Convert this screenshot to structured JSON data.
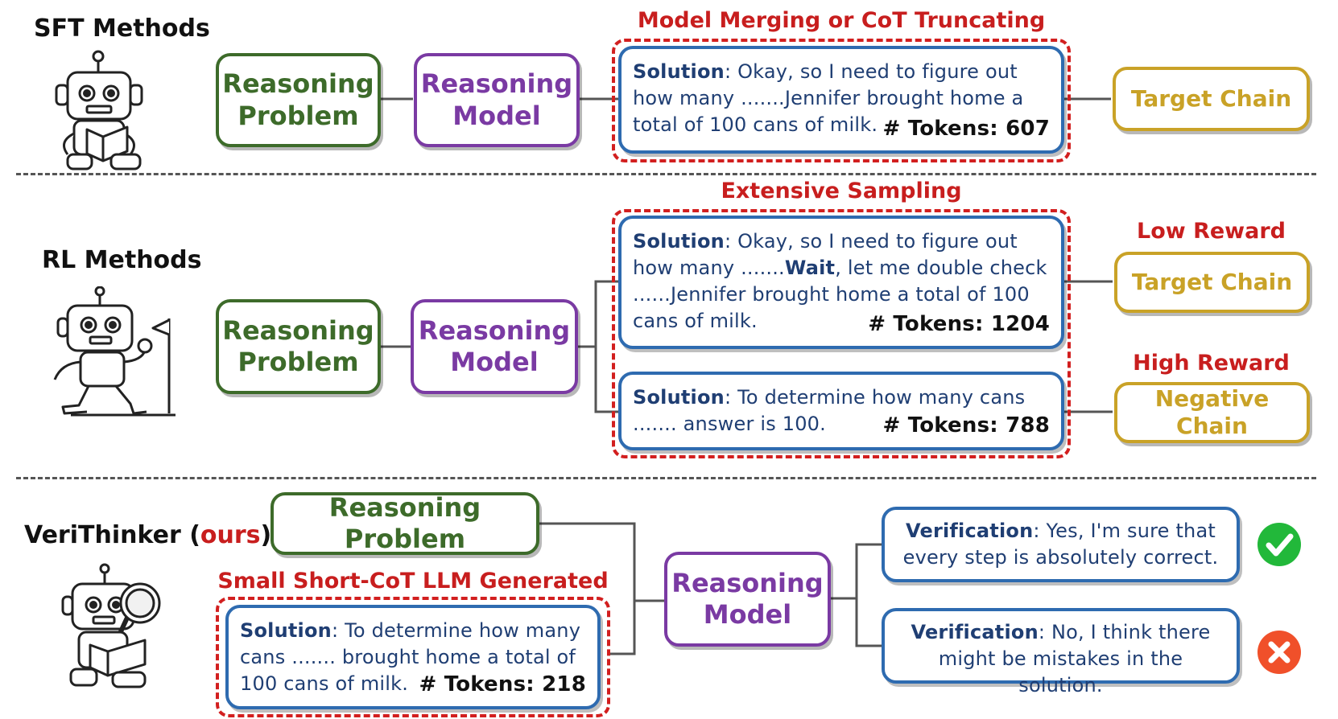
{
  "sft": {
    "title": "SFT Methods",
    "problem": "Reasoning Problem",
    "model": "Reasoning Model",
    "method_label": "Model Merging or CoT Truncating",
    "solution_key": "Solution",
    "solution_text": ": Okay, so I need to figure out how many .......Jennifer brought home a total of 100 cans of milk.",
    "tokens": "# Tokens: 607",
    "target": "Target Chain"
  },
  "rl": {
    "title": "RL Methods",
    "problem": "Reasoning Problem",
    "model": "Reasoning Model",
    "method_label": "Extensive Sampling",
    "sol1_key": "Solution",
    "sol1_pre": ": Okay, so I need to figure out how many .......",
    "sol1_wait": "Wait",
    "sol1_post": ", let me double check ......Jennifer brought home a total of 100 cans of milk.",
    "sol1_tokens": "# Tokens: 1204",
    "sol2_key": "Solution",
    "sol2_text": ": To determine how many cans ....... answer is 100.",
    "sol2_tokens": "# Tokens: 788",
    "low_reward": "Low Reward",
    "high_reward": "High Reward",
    "target": "Target  Chain",
    "negative": "Negative Chain"
  },
  "ours": {
    "title_main": "VeriThinker (",
    "title_ours": "ours",
    "title_end": ")",
    "problem": "Reasoning Problem",
    "gen_label": "Small Short-CoT LLM Generated",
    "sol_key": "Solution",
    "sol_text": ": To determine how many cans ....... brought home a total of 100 cans of milk.",
    "tokens": "# Tokens: 218",
    "model": "Reasoning Model",
    "ver1_key": "Verification",
    "ver1_text": ": Yes, I'm sure that every step is absolutely correct.",
    "ver2_key": "Verification",
    "ver2_text": ": No, I think there might be mistakes in the solution."
  },
  "colors": {
    "green": "#3d6b2a",
    "purple": "#7a3aa3",
    "gold": "#c9a227",
    "blue": "#2e6bb0",
    "red": "#d21f1f",
    "check": "#22b83a",
    "cross": "#f0502a"
  }
}
